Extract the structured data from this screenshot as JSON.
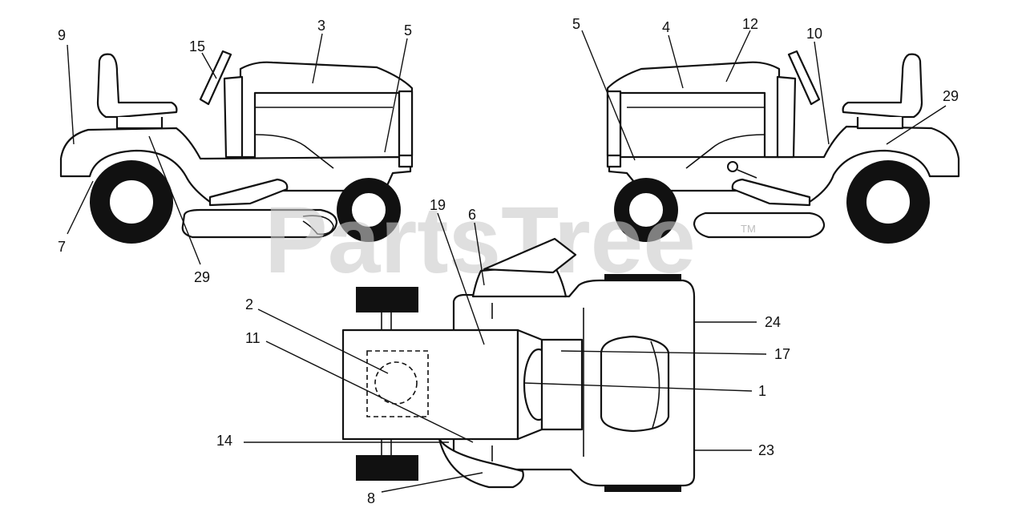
{
  "watermark": {
    "text": "PartsTree",
    "mark": "TM"
  },
  "callouts": {
    "left_view": [
      "9",
      "15",
      "3",
      "5",
      "7",
      "29"
    ],
    "right_view": [
      "5",
      "4",
      "12",
      "10",
      "29"
    ],
    "top_view": [
      "19",
      "6",
      "2",
      "11",
      "14",
      "24",
      "17",
      "1",
      "23",
      "8"
    ]
  }
}
